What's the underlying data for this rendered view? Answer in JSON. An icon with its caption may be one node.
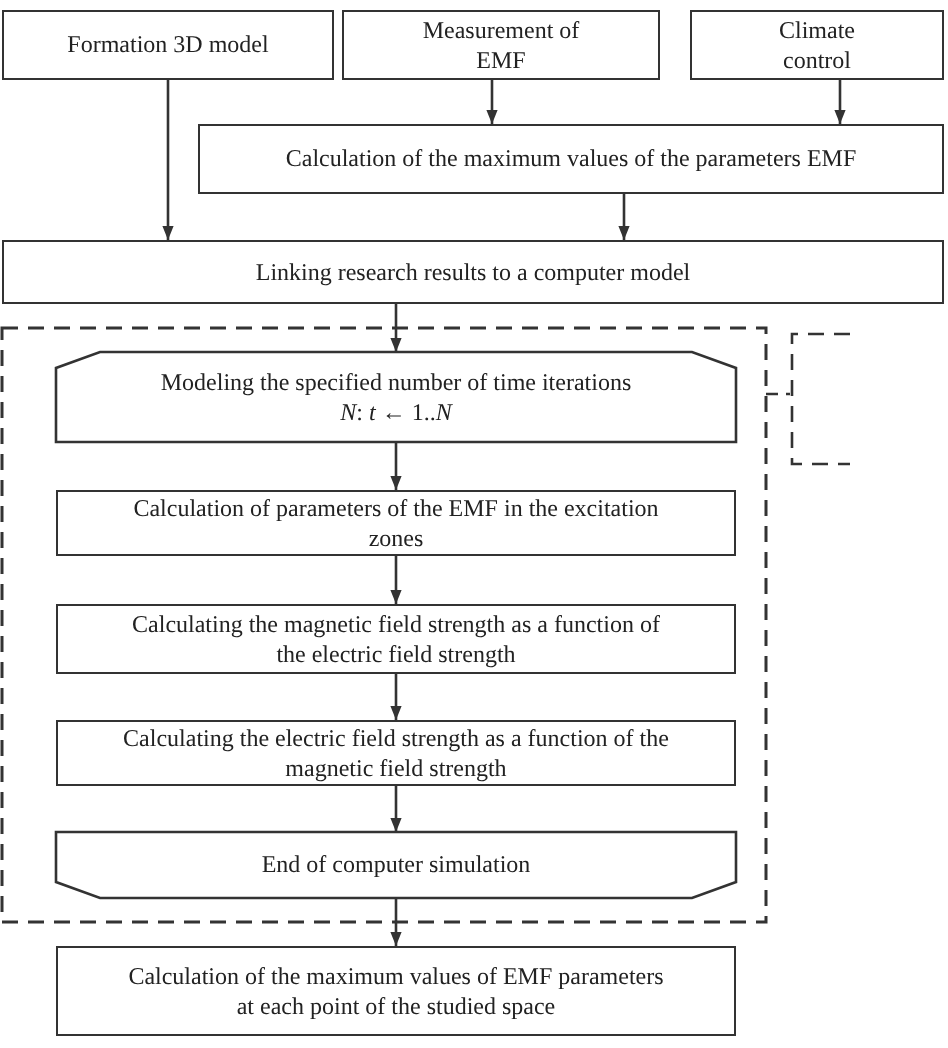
{
  "diagram": {
    "nodes": [
      {
        "text": [
          "Formation 3D model"
        ]
      },
      {
        "text": [
          "Measurement of EMF"
        ]
      },
      {
        "text": [
          "Climate control"
        ]
      },
      {
        "text": [
          "Calculation of the maximum values of the parameters EMF"
        ]
      },
      {
        "text": [
          "Linking research results to a computer model"
        ]
      },
      {
        "text": [],
        "shape": "box"
      },
      {
        "text": [
          "Modeling the specified number of time iterations",
          "*N*: *t* ← 1..*N*"
        ],
        "in": 5
      },
      {
        "text": [
          "Calculation of parameters of the EMF in the excitation zones"
        ],
        "in": 5
      },
      {
        "text": [
          "Calculating the magnetic field strength as a function of the electric field strength"
        ],
        "in": 5
      },
      {
        "text": [
          "Calculating the electric field strength as a function of the magnetic field strength"
        ],
        "in": 5
      },
      {
        "text": [
          "End of computer simulation"
        ],
        "in": 5
      },
      {
        "text": [
          "Calculation of the maximum values of EMF parameters at each point of the studied space"
        ]
      },
      {
        "text": [],
        "shape": "bracket"
      }
    ],
    "edges": [
      {
        "from": 0,
        "to": 4,
        "arrow": "to"
      },
      {
        "from": 1,
        "to": 3,
        "arrow": "to"
      },
      {
        "from": 2,
        "to": 3,
        "arrow": "to"
      },
      {
        "from": 3,
        "to": 4,
        "arrow": "to"
      },
      {
        "from": 4,
        "to": 6,
        "arrow": "to"
      },
      {
        "from": 6,
        "to": 7,
        "arrow": "to"
      },
      {
        "from": 7,
        "to": 8,
        "arrow": "to"
      },
      {
        "from": 8,
        "to": 9,
        "arrow": "to"
      },
      {
        "from": 9,
        "to": 10,
        "arrow": "to"
      },
      {
        "from": 10,
        "to": 11,
        "arrow": "to"
      },
      {
        "from": 5,
        "to": 12,
        "arrow": "none",
        "style": "dashed"
      }
    ]
  }
}
